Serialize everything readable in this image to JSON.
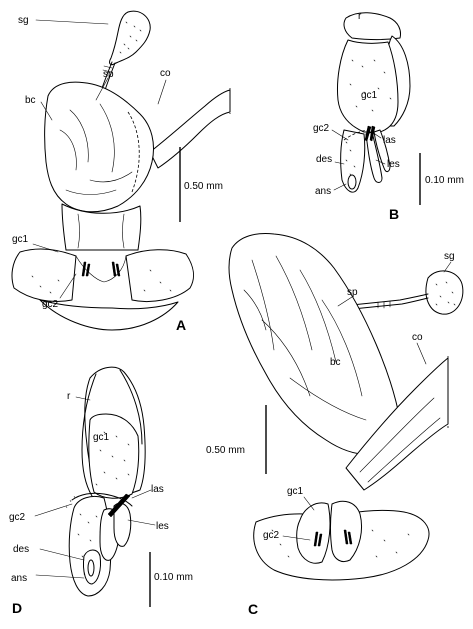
{
  "figure": {
    "panels": {
      "A": {
        "letter": "A",
        "labels": {
          "sg": "sg",
          "sp": "sp",
          "co": "co",
          "bc": "bc",
          "gc1": "gc1",
          "gc2": "gc2"
        },
        "scale": "0.50 mm"
      },
      "B": {
        "letter": "B",
        "labels": {
          "r": "r",
          "gc1": "gc1",
          "gc2": "gc2",
          "las": "las",
          "des": "des",
          "les": "les",
          "ans": "ans"
        },
        "scale": "0.10 mm"
      },
      "C": {
        "letter": "C",
        "labels": {
          "sp": "sp",
          "sg": "sg",
          "bc": "bc",
          "co": "co",
          "gc1": "gc1",
          "gc2": "gc2"
        },
        "scale": "0.50 mm"
      },
      "D": {
        "letter": "D",
        "labels": {
          "r": "r",
          "gc1": "gc1",
          "las": "las",
          "gc2": "gc2",
          "les": "les",
          "des": "des",
          "ans": "ans"
        },
        "scale": "0.10 mm"
      }
    }
  }
}
